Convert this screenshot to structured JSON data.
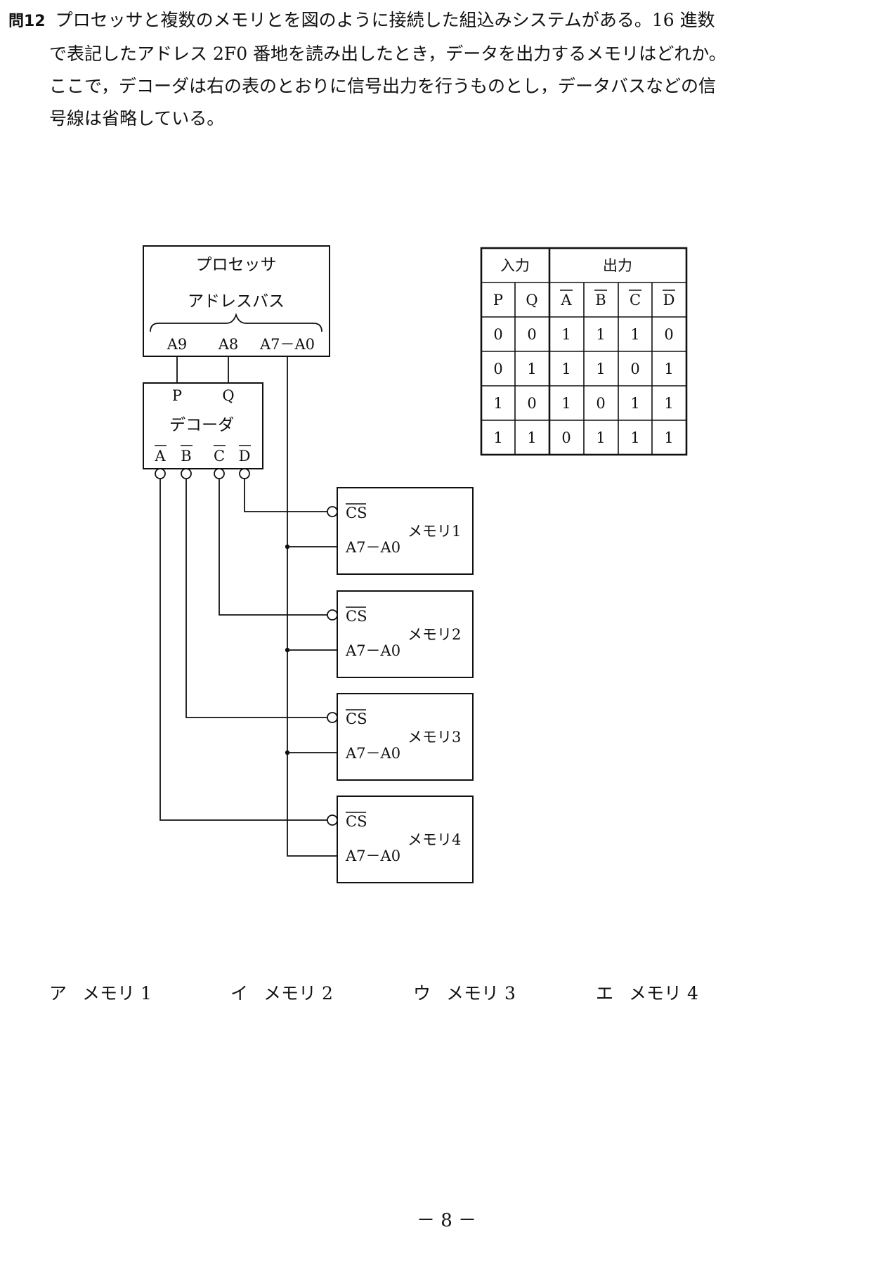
{
  "question": {
    "number": "問12",
    "lines": [
      "プロセッサと複数のメモリとを図のように接続した組込みシステムがある。16 進数",
      "で表記したアドレス 2F0 番地を読み出したとき，データを出力するメモリはどれか。",
      "ここで，デコーダは右の表のとおりに信号出力を行うものとし，データバスなどの信",
      "号線は省略している。"
    ]
  },
  "diagram": {
    "processor": {
      "title": "プロセッサ",
      "bus_label": "アドレスバス",
      "pins": [
        "A9",
        "A8",
        "A7－A0"
      ]
    },
    "decoder": {
      "title": "デコーダ",
      "inputs": [
        "P",
        "Q"
      ],
      "outputs": [
        "A",
        "B",
        "C",
        "D"
      ]
    },
    "memories": [
      {
        "name": "メモリ1",
        "cs": "CS",
        "addr": "A7－A0",
        "connected_output": "D"
      },
      {
        "name": "メモリ2",
        "cs": "CS",
        "addr": "A7－A0",
        "connected_output": "C"
      },
      {
        "name": "メモリ3",
        "cs": "CS",
        "addr": "A7－A0",
        "connected_output": "B"
      },
      {
        "name": "メモリ4",
        "cs": "CS",
        "addr": "A7－A0",
        "connected_output": "A"
      }
    ]
  },
  "truth_table": {
    "input_header": "入力",
    "output_header": "出力",
    "columns": [
      "P",
      "Q",
      "A",
      "B",
      "C",
      "D"
    ],
    "overlined_columns": [
      "A",
      "B",
      "C",
      "D"
    ],
    "rows": [
      [
        "0",
        "0",
        "1",
        "1",
        "1",
        "0"
      ],
      [
        "0",
        "1",
        "1",
        "1",
        "0",
        "1"
      ],
      [
        "1",
        "0",
        "1",
        "0",
        "1",
        "1"
      ],
      [
        "1",
        "1",
        "0",
        "1",
        "1",
        "1"
      ]
    ]
  },
  "choices": [
    {
      "letter": "ア",
      "text": "メモリ 1"
    },
    {
      "letter": "イ",
      "text": "メモリ 2"
    },
    {
      "letter": "ウ",
      "text": "メモリ 3"
    },
    {
      "letter": "エ",
      "text": "メモリ 4"
    }
  ],
  "page_number": "－ 8 －"
}
